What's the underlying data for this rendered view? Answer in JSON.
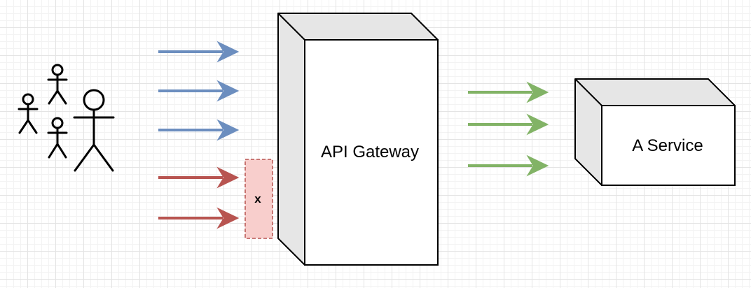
{
  "gateway": {
    "label": "API Gateway"
  },
  "service": {
    "label": "A Service"
  },
  "blocked_marker": {
    "label": "x"
  },
  "colors": {
    "request_arrow": "#6c8ebf",
    "rejected_arrow": "#b85450",
    "forwarded_arrow": "#82b366",
    "rejection_fill": "#f8cecc",
    "rejection_stroke": "#b85450",
    "box_side": "#e6e6e6",
    "stroke": "#000000"
  },
  "users_icon": "stick-figure-users",
  "incoming_requests_count": 3,
  "rejected_requests_count": 2,
  "forwarded_requests_count": 3
}
